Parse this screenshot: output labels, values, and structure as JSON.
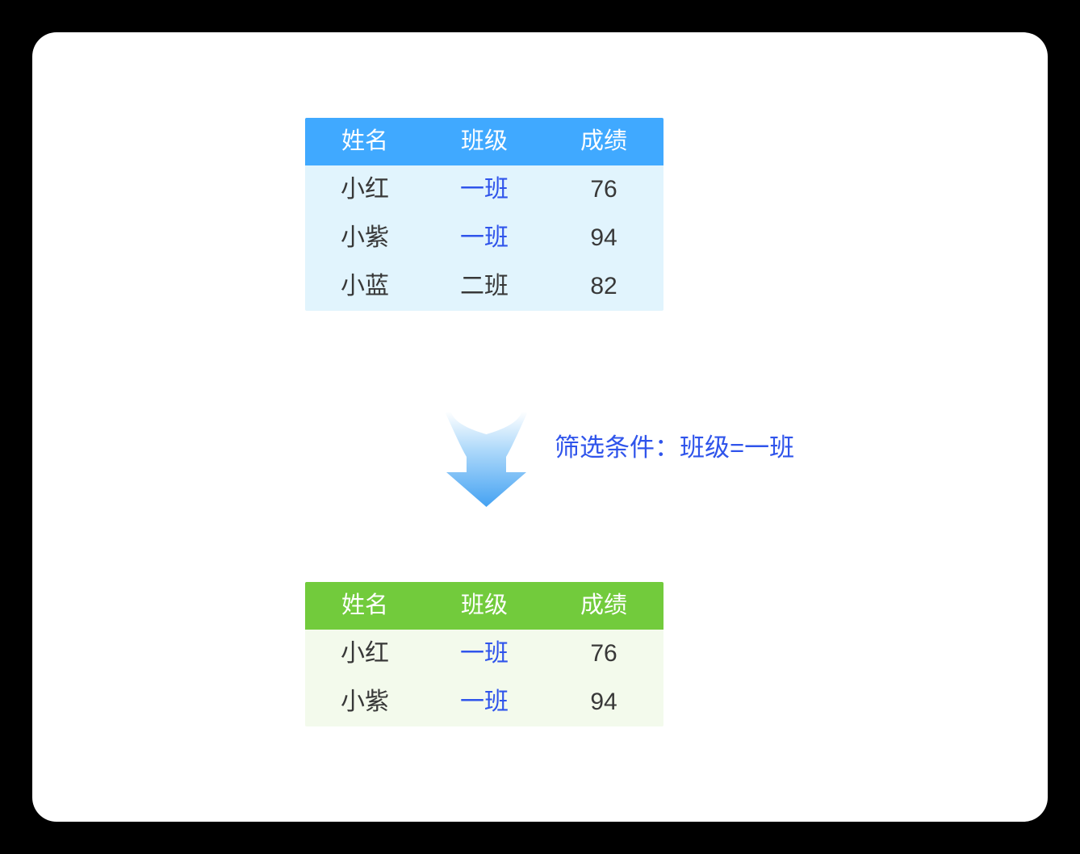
{
  "source_table": {
    "headers": [
      "姓名",
      "班级",
      "成绩"
    ],
    "rows": [
      [
        "小红",
        "一班",
        "76"
      ],
      [
        "小紫",
        "一班",
        "94"
      ],
      [
        "小蓝",
        "二班",
        "82"
      ]
    ]
  },
  "transform": {
    "filter_label": "筛选条件：班级=一班",
    "arrow_direction": "down"
  },
  "filtered_table": {
    "headers": [
      "姓名",
      "班级",
      "成绩"
    ],
    "rows": [
      [
        "小红",
        "一班",
        "76"
      ],
      [
        "小紫",
        "一班",
        "94"
      ]
    ]
  },
  "colors": {
    "source_header_bg": "#40a9ff",
    "source_body_bg": "#e1f4fd",
    "filtered_header_bg": "#72cb3c",
    "filtered_body_bg": "#f3faec",
    "highlight_text": "#2f54eb",
    "body_text": "#383838",
    "header_text": "#ffffff",
    "card_bg": "#ffffff",
    "page_bg": "#000000",
    "arrow_gradient_top": "#ffffff",
    "arrow_gradient_bottom": "#45a2f2"
  }
}
